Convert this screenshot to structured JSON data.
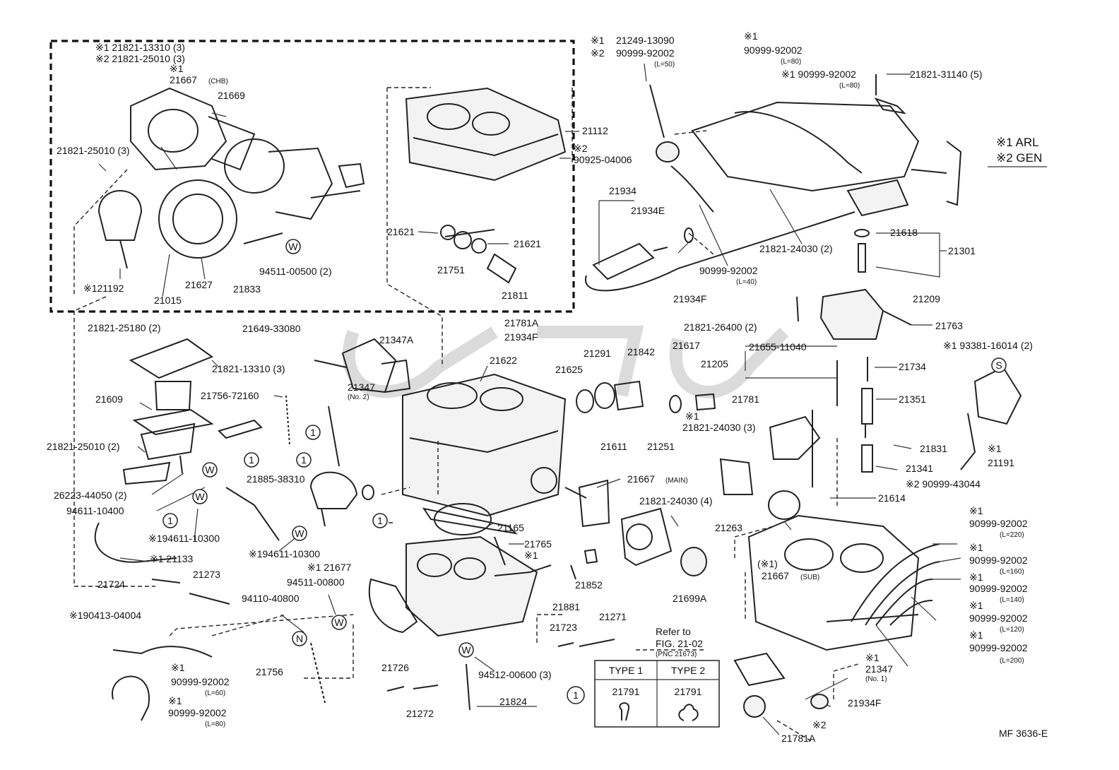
{
  "legend": {
    "arl": "※1 ARL",
    "gen": "※2 GEN"
  },
  "figure_code": "MF 3636-E",
  "labels": {
    "a1": "※1 21821-13310 (3)",
    "a2": "※2 21821-25010 (3)",
    "a3": "※1",
    "a4": "21667",
    "a4s": "(CHB)",
    "a5": "21669",
    "a6": "21821-25010 (3)",
    "a7": "※121192",
    "a8": "21015",
    "a9": "21627",
    "a10": "21833",
    "a11": "94511-00500 (2)",
    "b1": "21112",
    "b2": "※2",
    "b3": "90925-04006",
    "b4": "21621",
    "b5": "21621",
    "b6": "21751",
    "b7": "21811",
    "c1": "※1",
    "c2": "21249-13090",
    "c3": "※2",
    "c4": "90999-92002",
    "c5": "(L=50)",
    "c6": "21934",
    "c7": "21934E",
    "c8": "21934F",
    "c9": "90999-92002",
    "c10": "(L=40)",
    "d1": "※1",
    "d2": "90999-92002",
    "d3": "(L=80)",
    "d4": "※1 90999-92002",
    "d5": "(L=80)",
    "d6": "21821-31140 (5)",
    "d7": "21618",
    "d8": "21301",
    "d9": "21821-24030 (2)",
    "e1": "21209",
    "e2": "21763",
    "e3": "21821-26400 (2)",
    "e4": "※1 93381-16014 (2)",
    "e5": "21734",
    "e6": "21351",
    "e7": "21831",
    "e8": "21341",
    "e9": "※2 90999-43044",
    "e10": "※1",
    "e11": "21191",
    "e12": "21614",
    "f1": "21821-25180 (2)",
    "f2": "21649-33080",
    "f3": "21821-13310 (3)",
    "f4": "21609",
    "f5": "21756-72160",
    "f6": "21821-25010 (2)",
    "f7": "26223-44050 (2)",
    "f8": "94611-10400",
    "f9": "※194611-10300",
    "f10": "※194611-10300",
    "f11": "※1 21133",
    "f12": "21885-38310",
    "g1": "21781A",
    "g2": "21934F",
    "g3": "21347A",
    "g4": "21622",
    "g5": "21347",
    "g6": "(No. 2)",
    "g7": "21625",
    "g8": "21291",
    "g9": "21842",
    "g10": "21617",
    "g11": "21655-11040",
    "g12": "21205",
    "g13": "21781",
    "g14": "※1",
    "g15": "21821-24030 (3)",
    "g16": "21611",
    "g17": "21251",
    "h1": "21667",
    "h1s": "(MAIN)",
    "h2": "21821-24030 (4)",
    "h3": "21263",
    "h4": "(※1)",
    "h5": "21667",
    "h5s": "(SUB)",
    "h6": "21165",
    "h7": "21765",
    "h8": "※1",
    "h9": "※1 21677",
    "h10": "94511-00800",
    "h11": "21852",
    "h12": "21881",
    "h13": "21699A",
    "i1": "21724",
    "i2": "21273",
    "i3": "94110-40800",
    "i4": "※190413-04004",
    "i5": "※1",
    "i6": "90999-92002",
    "i7": "(L=60)",
    "i8": "※1",
    "i9": "90999-92002",
    "i10": "(L=80)",
    "i11": "21756",
    "j1": "21723",
    "j2": "21271",
    "j3": "Refer to",
    "j4": "FIG. 21-02",
    "j5": "(PNC 21673)",
    "j6": "21726",
    "j7": "21272",
    "j8": "94512-00600 (3)",
    "j9": "21824",
    "k1": "※1",
    "k2": "90999-92002",
    "k3": "(L=220)",
    "k4": "※1",
    "k5": "90999-92002",
    "k6": "(L=160)",
    "k7": "※1",
    "k8": "90999-92002",
    "k9": "(L=140)",
    "k10": "※1",
    "k11": "90999-92002",
    "k12": "(L=120)",
    "k13": "※1",
    "k14": "90999-92002",
    "k15": "(L=200)",
    "k16": "※1",
    "k17": "21347",
    "k18": "(No. 1)",
    "k19": "21934F",
    "k20": "※2",
    "k21": "21781A"
  },
  "markers": {
    "w": "W",
    "n": "N",
    "s": "S",
    "one": "1"
  },
  "type_table": {
    "col1_header": "TYPE 1",
    "col2_header": "TYPE 2",
    "col1_part": "21791",
    "col2_part": "21791",
    "row_marker": "1"
  }
}
